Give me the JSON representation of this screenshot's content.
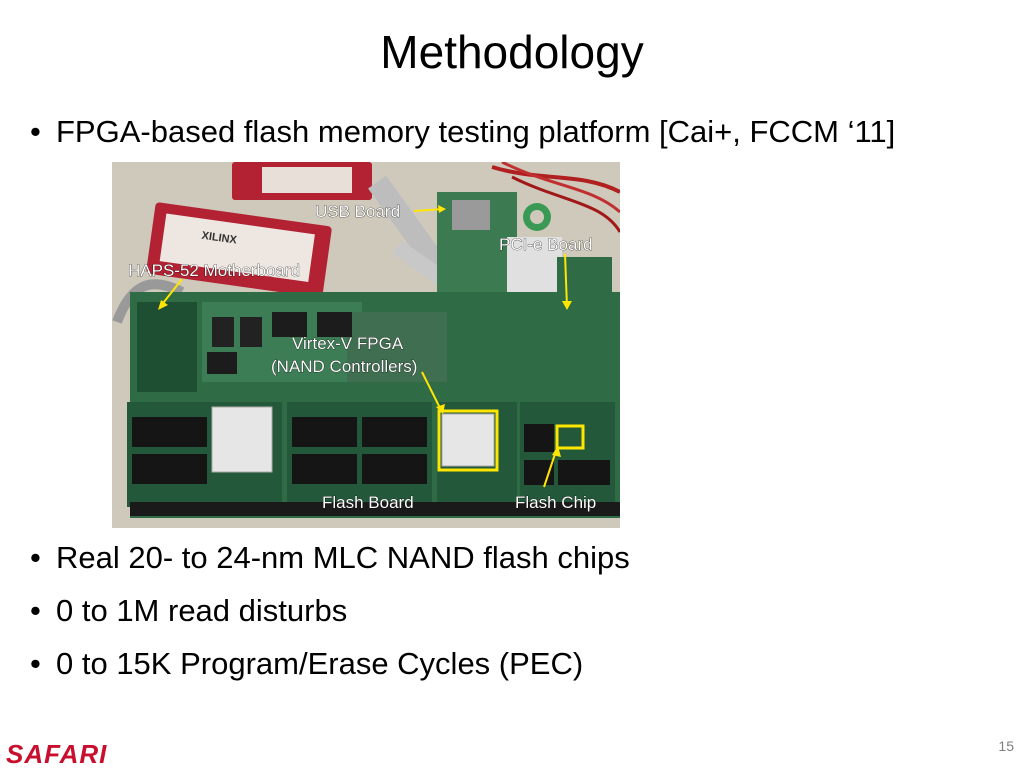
{
  "slide": {
    "title": "Methodology",
    "bullets": [
      "FPGA-based flash memory testing platform [Cai+, FCCM ‘11]",
      "Real 20- to 24-nm MLC NAND flash chips",
      "0 to 1M read disturbs",
      "0 to 15K Program/Erase Cycles (PEC)"
    ],
    "bullet_symbol": "•",
    "page_number": "15",
    "logo_text": "SAFARI"
  },
  "photo_labels": {
    "usb_board": "USB Board",
    "pcie_board": "PCI-e Board",
    "haps_motherboard": "HAPS-52 Motherboard",
    "virtex_line1": "Virtex-V FPGA",
    "virtex_line2": "(NAND Controllers)",
    "flash_board": "Flash Board",
    "flash_chip": "Flash Chip",
    "xilinx": "XILINX"
  },
  "colors": {
    "highlight": "#ffe600",
    "logo": "#c8102e",
    "board_green": "#2f6b45"
  }
}
